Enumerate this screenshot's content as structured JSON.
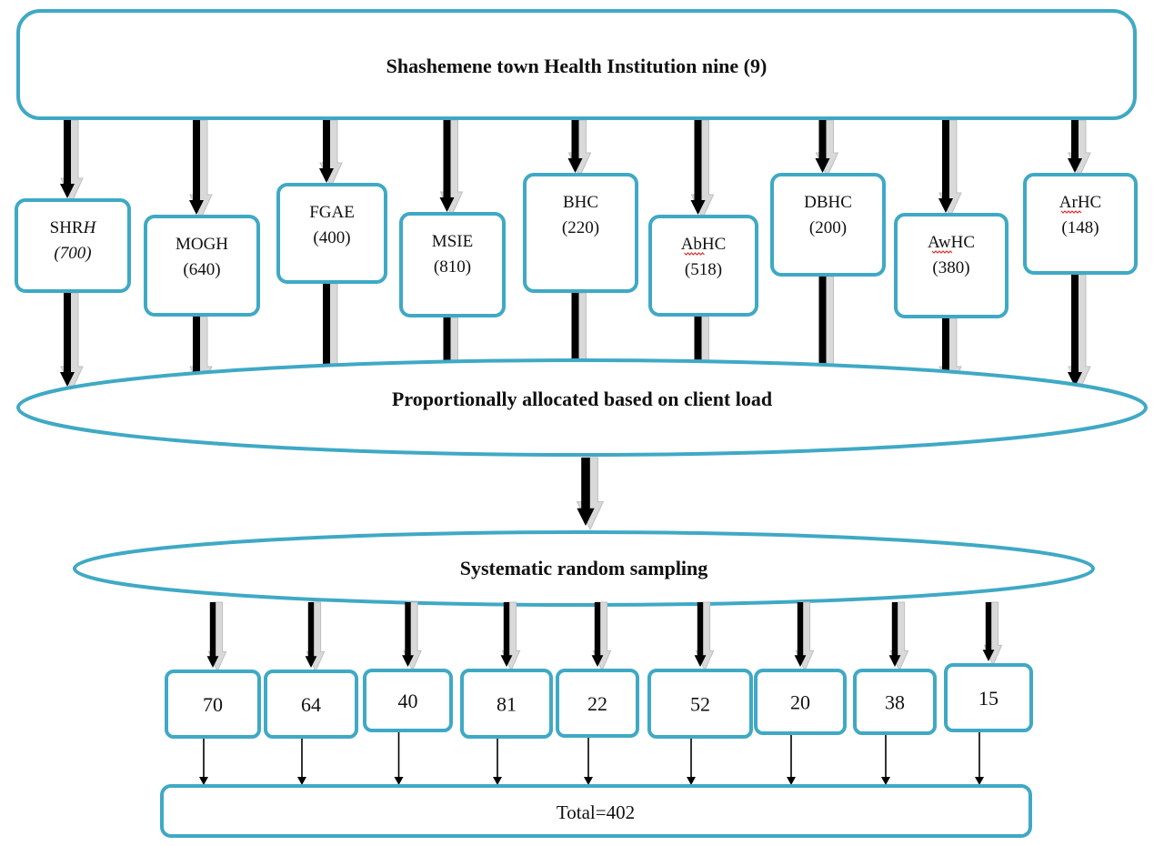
{
  "colors": {
    "box_stroke": "#3fa9c5",
    "arrow_fill": "#000000",
    "arrow_shadow": "#d9d9d9",
    "text": "#111111"
  },
  "top": {
    "label": "Shashemene town Health Institution nine (9)"
  },
  "institutions": [
    {
      "name": "SHR",
      "name_italic": "H",
      "count": "(700)",
      "count_italic": true
    },
    {
      "name": "MOGH",
      "count": "(640)"
    },
    {
      "name": "FGAE",
      "count": "(400)"
    },
    {
      "name": "MSIE",
      "count": "(810)"
    },
    {
      "name": "BHC",
      "count": "(220)"
    },
    {
      "name": "AbHC",
      "count": "(518)",
      "spellcheck": true
    },
    {
      "name": "DBHC",
      "count": "(200)"
    },
    {
      "name": "AwHC",
      "count": "(380)",
      "spellcheck": true
    },
    {
      "name": "ArHC",
      "count": "(148)",
      "spellcheck": true
    }
  ],
  "allocation": {
    "label": "Proportionally allocated based on client load"
  },
  "sampling": {
    "label": "Systematic random sampling"
  },
  "samples": [
    "70",
    "64",
    "40",
    "81",
    "22",
    "52",
    "20",
    "38",
    "15"
  ],
  "total": {
    "label": "Total=402"
  }
}
